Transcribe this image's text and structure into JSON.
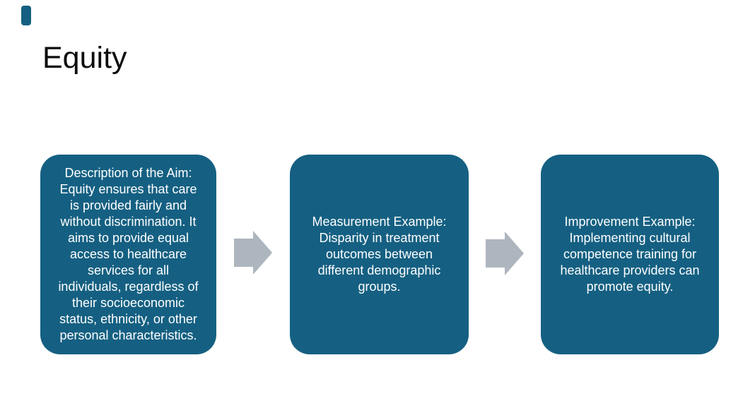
{
  "slide": {
    "title": "Equity"
  },
  "colors": {
    "background": "#FFFFFF",
    "accent_bar": "#156082",
    "title_text": "#0D0D0D",
    "box_fill": "#156082",
    "box_text": "#FFFFFF",
    "arrow_fill": "#ADB5BE"
  },
  "boxes": [
    {
      "name": "description-of-the-aim",
      "text": "Description of the Aim:\nEquity ensures that care\nis provided fairly and\nwithout discrimination. It\naims to provide equal\naccess to healthcare\nservices for all\nindividuals, regardless of\ntheir socioeconomic\nstatus, ethnicity, or other\npersonal characteristics."
    },
    {
      "name": "measurement-example",
      "text": "Measurement Example:\nDisparity in treatment\noutcomes between\ndifferent demographic\ngroups."
    },
    {
      "name": "improvement-example",
      "text": "Improvement Example:\nImplementing cultural\ncompetence training for\nhealthcare providers can\npromote equity."
    }
  ]
}
